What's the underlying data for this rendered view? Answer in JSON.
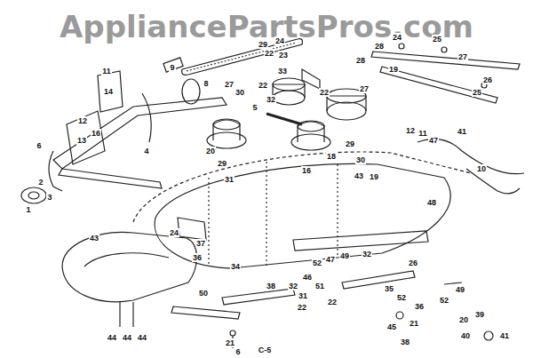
{
  "diagram": {
    "labels": [
      "AppliancePartsPros.com",
      "24",
      "25",
      "28",
      "27",
      "26",
      "25",
      "28",
      "19",
      "29",
      "24",
      "22",
      "23",
      "33",
      "27",
      "22",
      "30",
      "32",
      "5",
      "22",
      "27",
      "11",
      "9",
      "14",
      "8",
      "12",
      "16",
      "13",
      "6",
      "1",
      "2",
      "3",
      "4",
      "20",
      "29",
      "31",
      "29",
      "18",
      "30",
      "16",
      "19",
      "12",
      "11",
      "41",
      "47",
      "10",
      "43",
      "48",
      "43",
      "24",
      "37",
      "36",
      "34",
      "50",
      "38",
      "46",
      "32",
      "51",
      "52",
      "47",
      "49",
      "32",
      "26",
      "35",
      "52",
      "36",
      "52",
      "49",
      "20",
      "39",
      "41",
      "40",
      "21",
      "45",
      "38",
      "22",
      "31",
      "22",
      "21",
      "6",
      "44",
      "44",
      "44",
      "C-5"
    ]
  }
}
